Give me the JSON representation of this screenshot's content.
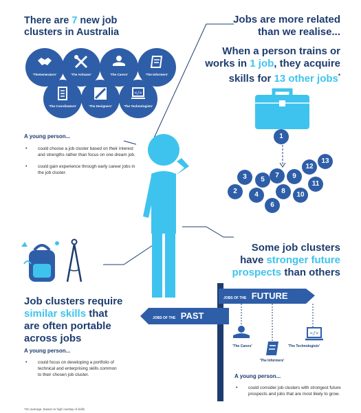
{
  "top_left": {
    "title_part1": "There are ",
    "title_number": "7",
    "title_part2": " new job",
    "title_line2": "clusters in Australia"
  },
  "clusters": [
    {
      "label": "'TheGenerators'",
      "icon": "handshake-icon"
    },
    {
      "label": "'The Artisans'",
      "icon": "tools-icon"
    },
    {
      "label": "'The Carers'",
      "icon": "carer-icon"
    },
    {
      "label": "'The Informers'",
      "icon": "book-icon"
    },
    {
      "label": "'The Coordinators'",
      "icon": "document-icon"
    },
    {
      "label": "'The Designers'",
      "icon": "design-icon"
    },
    {
      "label": "'The Technologists'",
      "icon": "laptop-code-icon"
    }
  ],
  "young_person_1": {
    "heading": "A young person...",
    "bullets": [
      "could choose a job cluster based on their interest and strengths rather than focus on one dream job.",
      "could gain experience through early career jobs in the job cluster."
    ]
  },
  "top_right": {
    "line1": "Jobs are more related",
    "line2": "than we realise...",
    "line3": "When a person trains or",
    "line4_part1": "works in ",
    "line4_hl": "1 job",
    "line4_part2": ", they acquire",
    "line5_part1": "skills for ",
    "line5_hl": "13 other jobs",
    "line5_star": "*"
  },
  "network": {
    "source": "1",
    "numbers": [
      "2",
      "3",
      "4",
      "5",
      "6",
      "7",
      "8",
      "9",
      "10",
      "11",
      "12",
      "13"
    ]
  },
  "middle_right": {
    "line1": "Some job clusters",
    "line2_part1": "have ",
    "line2_hl": "stronger future",
    "line3_hl": "prospects",
    "line3_part2": " than others"
  },
  "signpost": {
    "future_small": "JOBS OF THE",
    "future_big": "FUTURE",
    "past_small": "JOBS OF THE",
    "past_big": "PAST",
    "carers": "'The Carers'",
    "informers": "'The Informers'",
    "technologists": "'The Technologists'"
  },
  "bottom_left": {
    "line1": "Job clusters require",
    "line2_hl": "similar skills",
    "line2_part2": " that",
    "line3": "are often portable",
    "line4": "across jobs",
    "heading": "A young person...",
    "bullets": [
      "could focus on developing a portfolio of technical and enterprising skills common to their chosen job cluster."
    ]
  },
  "bottom_right": {
    "heading": "A young person...",
    "bullets": [
      "could consider job clusters with strongest future prospects and jobs that are most likely to grow."
    ]
  },
  "footnote": "*On average, based on high overlap of skills"
}
